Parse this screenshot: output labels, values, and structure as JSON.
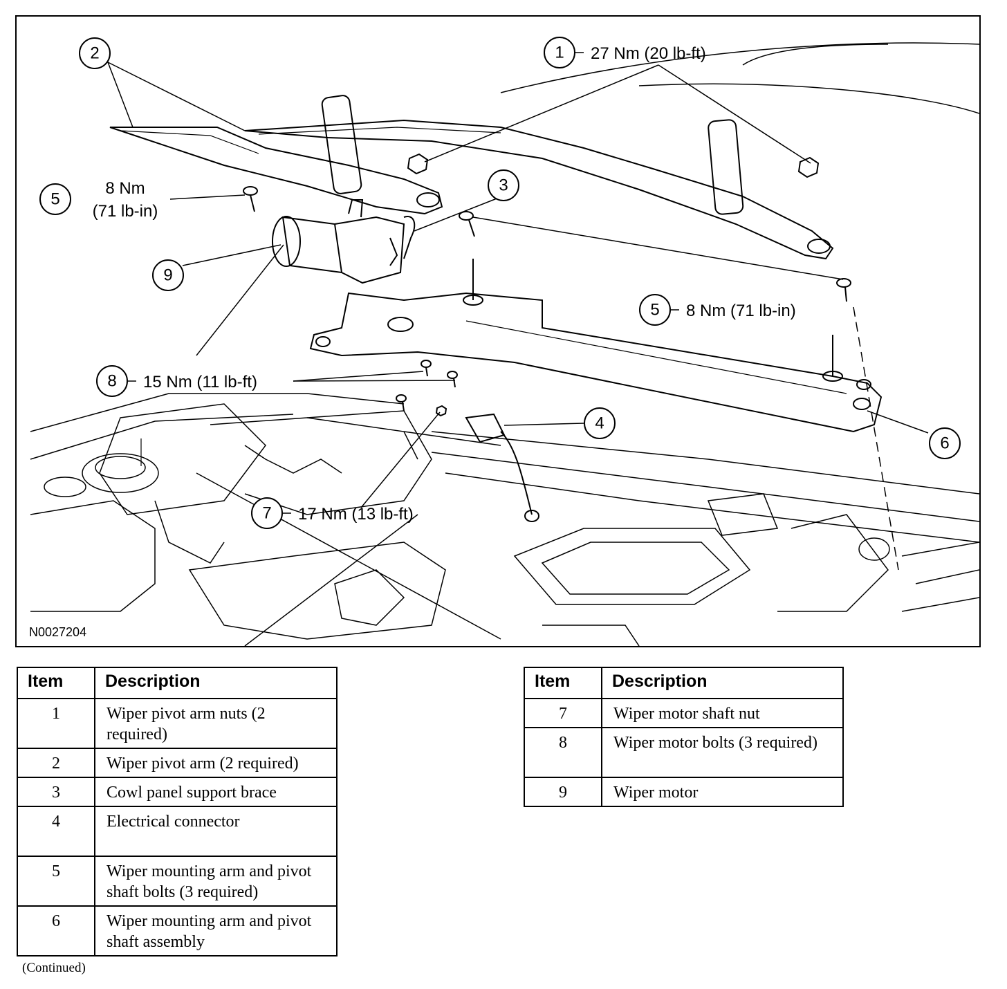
{
  "figure": {
    "id_label": "N0027204",
    "callouts": [
      {
        "number": "1",
        "torque": "27 Nm (20 lb-ft)"
      },
      {
        "number": "2",
        "torque": ""
      },
      {
        "number": "3",
        "torque": ""
      },
      {
        "number": "4",
        "torque": ""
      },
      {
        "number": "5",
        "torque_line1": "8 Nm",
        "torque_line2": "(71 lb-in)"
      },
      {
        "number": "5",
        "torque": "8 Nm (71 lb-in)"
      },
      {
        "number": "6",
        "torque": ""
      },
      {
        "number": "7",
        "torque": "17 Nm (13 lb-ft)"
      },
      {
        "number": "8",
        "torque": "15 Nm (11 lb-ft)"
      },
      {
        "number": "9",
        "torque": ""
      }
    ]
  },
  "legend": {
    "header_item": "Item",
    "header_description": "Description",
    "left_rows": [
      {
        "item": "1",
        "description": "Wiper pivot arm nuts (2 required)"
      },
      {
        "item": "2",
        "description": "Wiper pivot arm (2 required)"
      },
      {
        "item": "3",
        "description": "Cowl panel support brace"
      },
      {
        "item": "4",
        "description": "Electrical connector"
      },
      {
        "item": "5",
        "description": "Wiper mounting arm and pivot shaft bolts (3 required)"
      },
      {
        "item": "6",
        "description": "Wiper mounting arm and pivot shaft assembly"
      }
    ],
    "right_rows": [
      {
        "item": "7",
        "description": "Wiper motor shaft nut"
      },
      {
        "item": "8",
        "description": "Wiper motor bolts (3 required)"
      },
      {
        "item": "9",
        "description": "Wiper motor"
      }
    ]
  },
  "footer": {
    "continued": "(Continued)"
  }
}
